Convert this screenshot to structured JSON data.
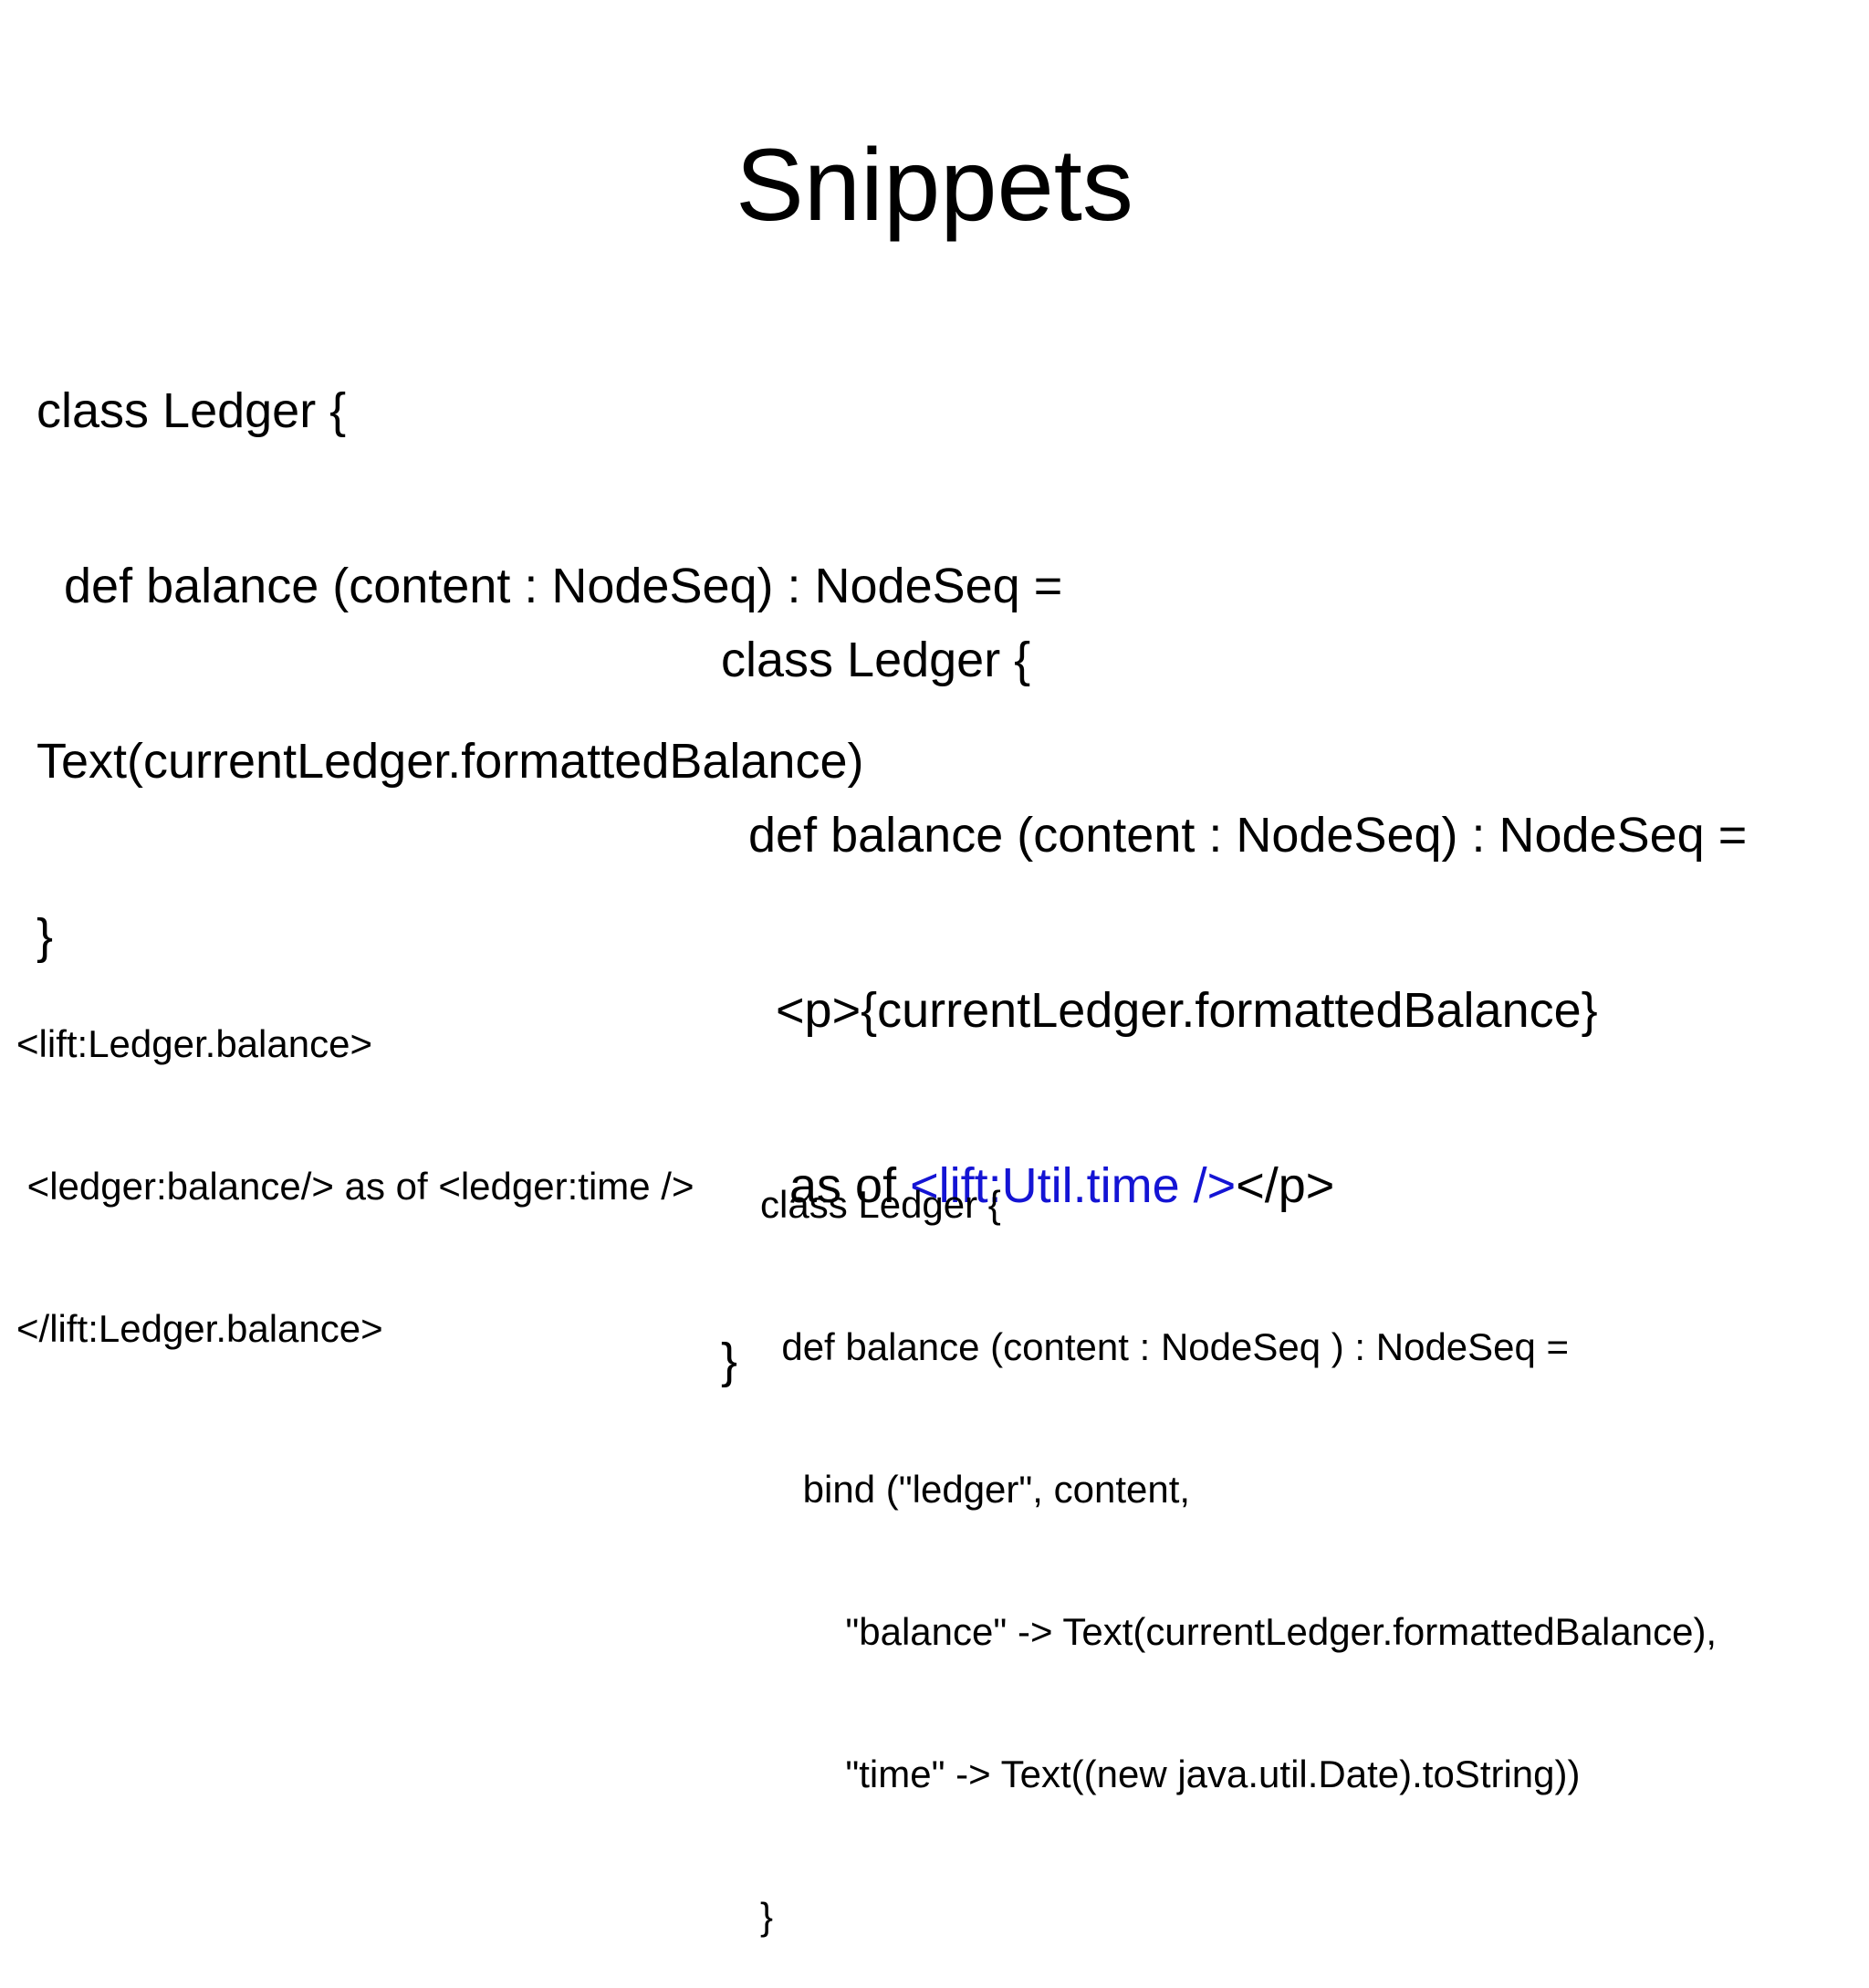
{
  "slide": {
    "title": "Snippets"
  },
  "accent_color": "#1414d4",
  "snippet1": {
    "lines": [
      "class Ledger {",
      "  def balance (content : NodeSeq) : NodeSeq =",
      "Text(currentLedger.formattedBalance)",
      "}"
    ]
  },
  "snippet2": {
    "line1": "class Ledger {",
    "line2": "  def balance (content : NodeSeq) : NodeSeq =",
    "line3": "    <p>{currentLedger.formattedBalance}",
    "line4_pre": "     as of ",
    "line4_highlight": "<lift:Util.time />",
    "line4_post": "</p>",
    "line5": "}"
  },
  "snippet3": {
    "lines": [
      "<lift:Ledger.balance>",
      " <ledger:balance/> as of <ledger:time />",
      "</lift:Ledger.balance>"
    ]
  },
  "snippet4": {
    "lines": [
      "class Ledger {",
      "  def balance (content : NodeSeq ) : NodeSeq =",
      "    bind (\"ledger\", content,",
      "        \"balance\" -> Text(currentLedger.formattedBalance),",
      "        \"time\" -> Text((new java.util.Date).toString))",
      "}"
    ]
  }
}
